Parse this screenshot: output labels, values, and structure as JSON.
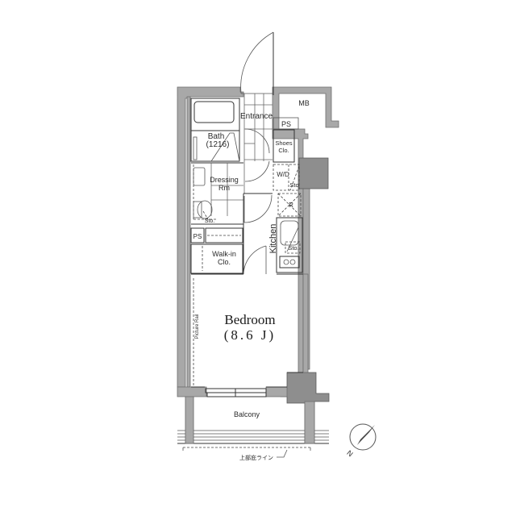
{
  "floorplan": {
    "rooms": {
      "mb": "MB",
      "ps_top": "PS",
      "entrance": "Entrance",
      "shoes": [
        "Shoes",
        "Clo."
      ],
      "bath": [
        "Bath",
        "(1216)"
      ],
      "dressing": [
        "Dressing",
        "Rm"
      ],
      "wd": "W/D",
      "sto_wd": "Sto",
      "fridge": "R",
      "sto_toilet": "Sto.",
      "kitchen": "Kitchen",
      "sto_kitchen": "Sto.",
      "ps_mid": "PS",
      "walkin": [
        "Walk-in",
        "Clo."
      ],
      "bedroom": "Bedroom",
      "bedroom_size": "(8.6 J)",
      "picture_rail": "Picture Rail",
      "balcony": "Balcony",
      "eave_line": "上部庇ライン"
    },
    "compass": {
      "label": "N",
      "icon": "north-arrow-icon"
    },
    "colors": {
      "wall": "#a8a8a8",
      "wall_outline": "#6e6e6e",
      "line": "#333333",
      "background": "#ffffff"
    }
  }
}
